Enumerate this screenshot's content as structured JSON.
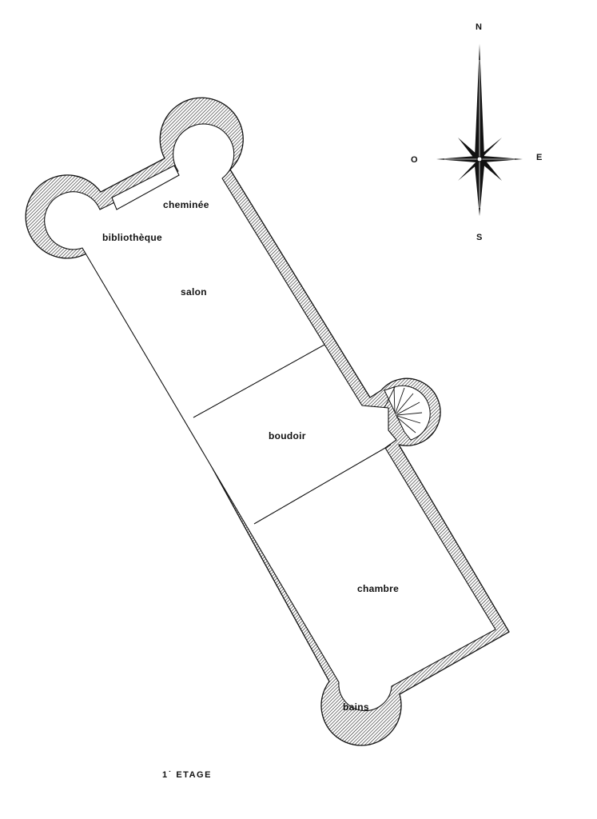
{
  "rooms": {
    "cheminee": "cheminée",
    "bibliotheque": "bibliothèque",
    "salon": "salon",
    "boudoir": "boudoir",
    "chambre": "chambre",
    "bains": "bains"
  },
  "compass": {
    "north": "N",
    "south": "S",
    "east": "E",
    "west": "O"
  },
  "caption": "1˙  ETAGE"
}
